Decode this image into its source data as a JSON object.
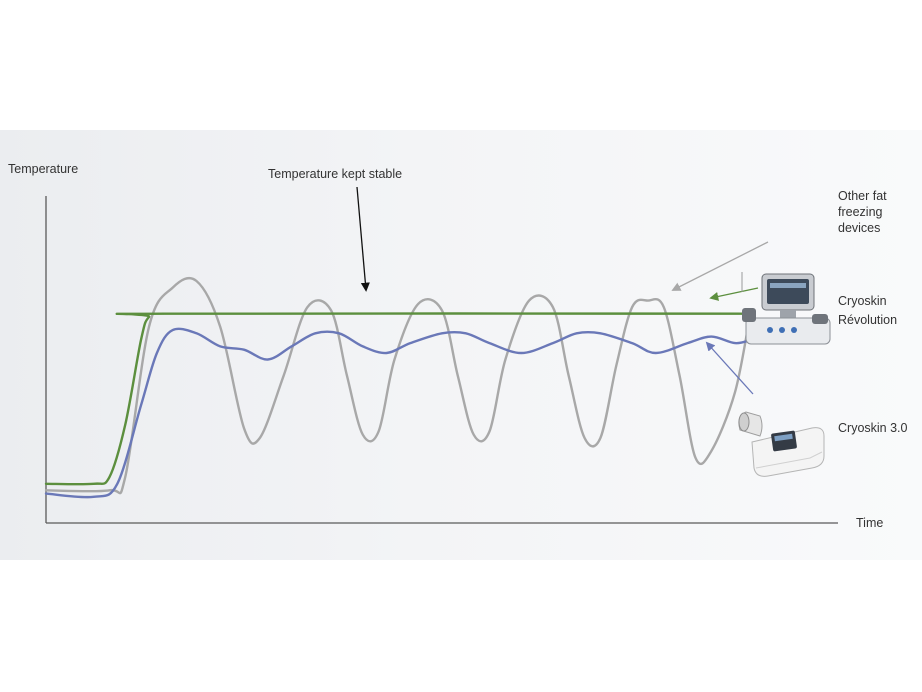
{
  "chart_data": {
    "type": "line",
    "xlabel": "Time",
    "ylabel": "Temperature",
    "annotation": "Temperature kept stable",
    "ticks_shown": false,
    "grid": false,
    "series": [
      {
        "name": "Other fat freezing devices",
        "label_lines": [
          "Other fat",
          "freezing",
          "devices"
        ],
        "color": "#a8a8a8",
        "points": [
          [
            0,
            0.1
          ],
          [
            0.08,
            0.1
          ],
          [
            0.1,
            0.14
          ],
          [
            0.13,
            0.6
          ],
          [
            0.16,
            0.72
          ],
          [
            0.19,
            0.74
          ],
          [
            0.22,
            0.6
          ],
          [
            0.25,
            0.29
          ],
          [
            0.27,
            0.26
          ],
          [
            0.3,
            0.45
          ],
          [
            0.33,
            0.66
          ],
          [
            0.36,
            0.65
          ],
          [
            0.38,
            0.45
          ],
          [
            0.4,
            0.27
          ],
          [
            0.42,
            0.28
          ],
          [
            0.44,
            0.5
          ],
          [
            0.47,
            0.67
          ],
          [
            0.5,
            0.65
          ],
          [
            0.52,
            0.45
          ],
          [
            0.54,
            0.27
          ],
          [
            0.56,
            0.28
          ],
          [
            0.58,
            0.5
          ],
          [
            0.61,
            0.68
          ],
          [
            0.64,
            0.66
          ],
          [
            0.66,
            0.45
          ],
          [
            0.68,
            0.26
          ],
          [
            0.7,
            0.26
          ],
          [
            0.72,
            0.48
          ],
          [
            0.74,
            0.66
          ],
          [
            0.76,
            0.68
          ],
          [
            0.78,
            0.66
          ],
          [
            0.8,
            0.45
          ],
          [
            0.82,
            0.2
          ],
          [
            0.84,
            0.22
          ],
          [
            0.87,
            0.4
          ],
          [
            0.89,
            0.65
          ]
        ]
      },
      {
        "name": "Cryoskin Révolution",
        "label_lines": [
          "Cryoskin",
          "Révolution"
        ],
        "color": "#5c8f3e",
        "points": [
          [
            0,
            0.12
          ],
          [
            0.06,
            0.12
          ],
          [
            0.08,
            0.14
          ],
          [
            0.1,
            0.3
          ],
          [
            0.12,
            0.56
          ],
          [
            0.13,
            0.63
          ],
          [
            0.15,
            0.64
          ],
          [
            0.89,
            0.64
          ]
        ]
      },
      {
        "name": "Cryoskin 3.0",
        "label_lines": [
          "Cryoskin 3.0"
        ],
        "color": "#6a78b8",
        "points": [
          [
            0,
            0.09
          ],
          [
            0.06,
            0.08
          ],
          [
            0.09,
            0.12
          ],
          [
            0.12,
            0.36
          ],
          [
            0.14,
            0.52
          ],
          [
            0.16,
            0.59
          ],
          [
            0.19,
            0.58
          ],
          [
            0.22,
            0.54
          ],
          [
            0.25,
            0.53
          ],
          [
            0.28,
            0.5
          ],
          [
            0.31,
            0.54
          ],
          [
            0.34,
            0.58
          ],
          [
            0.37,
            0.58
          ],
          [
            0.4,
            0.54
          ],
          [
            0.43,
            0.52
          ],
          [
            0.46,
            0.55
          ],
          [
            0.5,
            0.58
          ],
          [
            0.53,
            0.58
          ],
          [
            0.56,
            0.55
          ],
          [
            0.6,
            0.52
          ],
          [
            0.64,
            0.55
          ],
          [
            0.67,
            0.58
          ],
          [
            0.7,
            0.58
          ],
          [
            0.74,
            0.55
          ],
          [
            0.77,
            0.52
          ],
          [
            0.81,
            0.55
          ],
          [
            0.84,
            0.57
          ],
          [
            0.87,
            0.55
          ],
          [
            0.89,
            0.56
          ]
        ]
      }
    ]
  }
}
